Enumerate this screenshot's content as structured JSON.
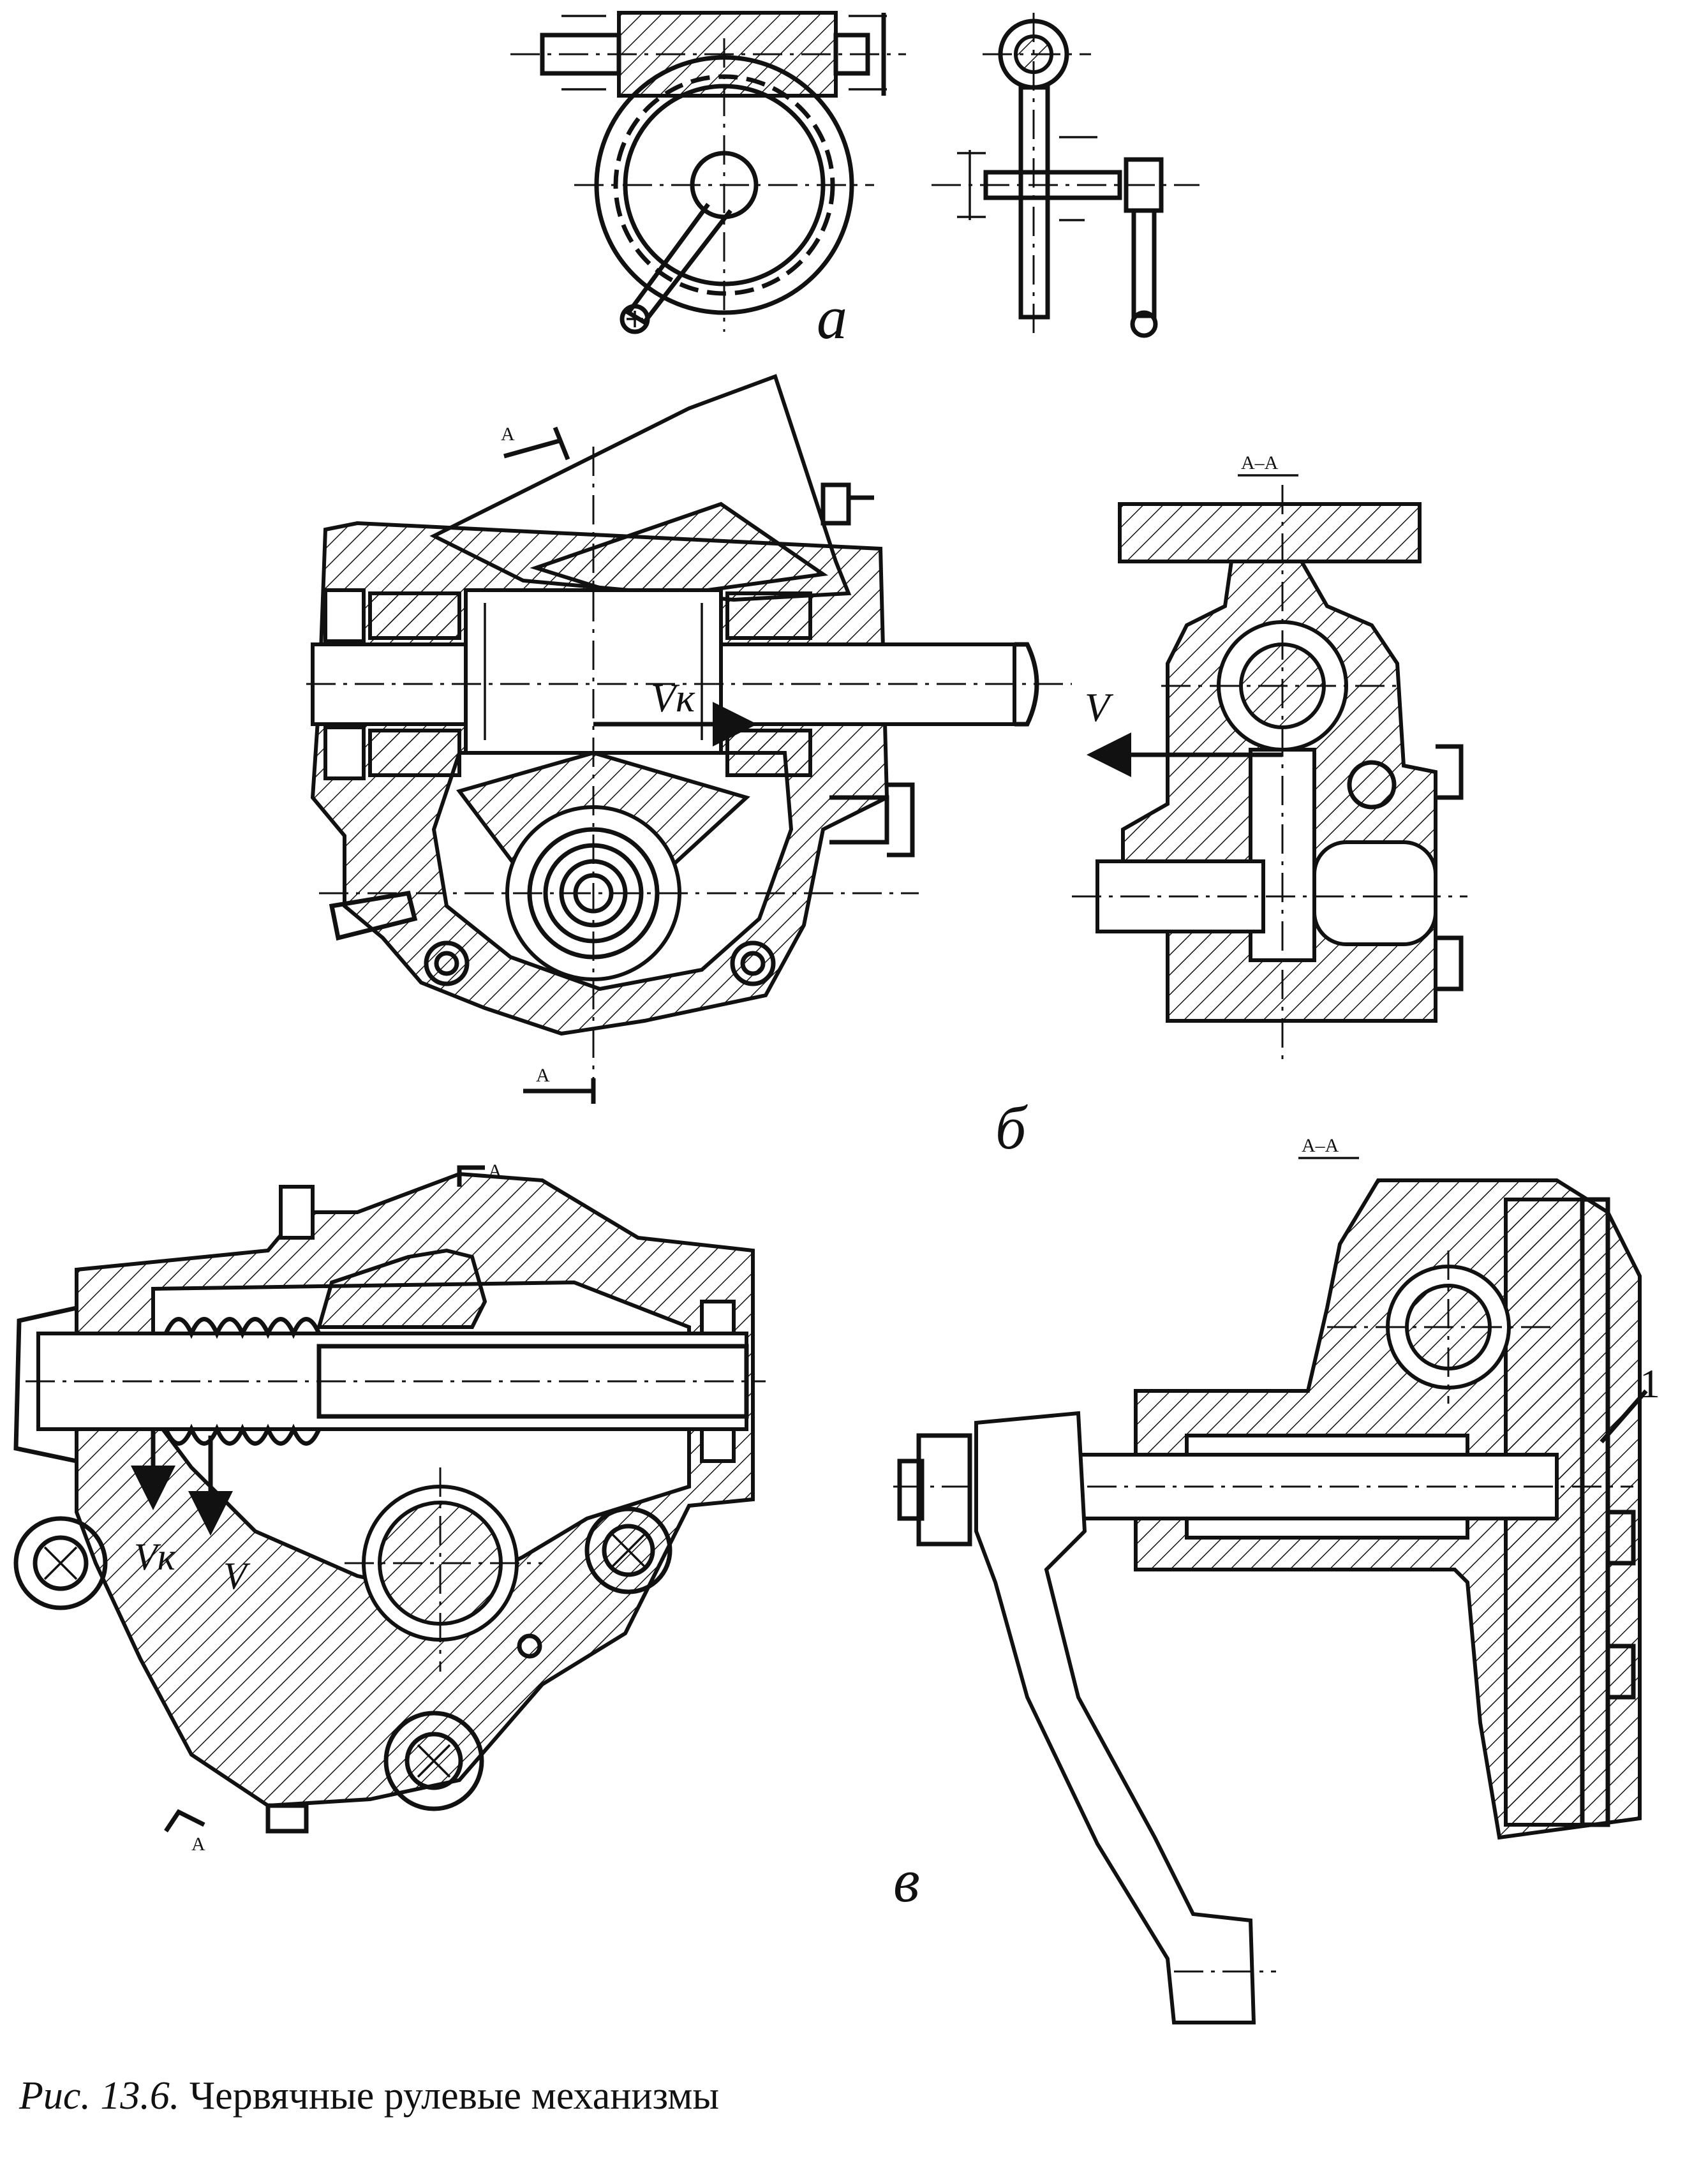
{
  "figure": {
    "part_labels": {
      "a": "а",
      "b": "б",
      "v": "в"
    },
    "section_marks": {
      "cut_letter": "A",
      "section_title": "A–A"
    },
    "velocity_labels": {
      "vk": "Vк",
      "v": "V"
    },
    "callout_1": "1"
  },
  "caption": {
    "prefix": "Рис.  13.6.",
    "text": "Червячные рулевые механизмы"
  },
  "colors": {
    "ink": "#111111",
    "paper": "#ffffff"
  }
}
